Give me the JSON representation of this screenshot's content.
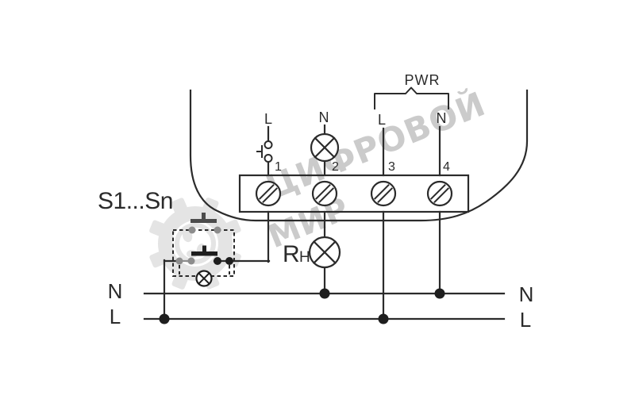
{
  "watermark": {
    "line1": "ЦИФРОВОЙ",
    "line2": "МИР",
    "color": "#cbcbcb",
    "gear_icon": "gear-logo-icon"
  },
  "device": {
    "terminal_numbers": [
      "1",
      "2",
      "3",
      "4"
    ],
    "input_l_label": "L",
    "lamp_n_label": "N",
    "pwr_label": "PWR",
    "pwr_l_label": "L",
    "pwr_n_label": "N"
  },
  "switch_group": {
    "label": "S1...Sn"
  },
  "load": {
    "label_main": "R",
    "label_sub": "H"
  },
  "rails": {
    "left_n": "N",
    "left_l": "L",
    "right_n": "N",
    "right_l": "L"
  },
  "icons": {
    "lamp": "lamp-icon",
    "screw_terminal": "screw-terminal-icon",
    "pushbutton": "pushbutton-icon",
    "indicator_lamp": "indicator-lamp-icon",
    "junction": "junction-dot",
    "gear": "gear-logo-icon"
  },
  "colors": {
    "ink": "#2b2b2b",
    "ghost_gray": "#8d8d8d",
    "watermark_gray": "#cbcbcb",
    "gear_gray": "#e4e4e4",
    "background": "#ffffff"
  }
}
